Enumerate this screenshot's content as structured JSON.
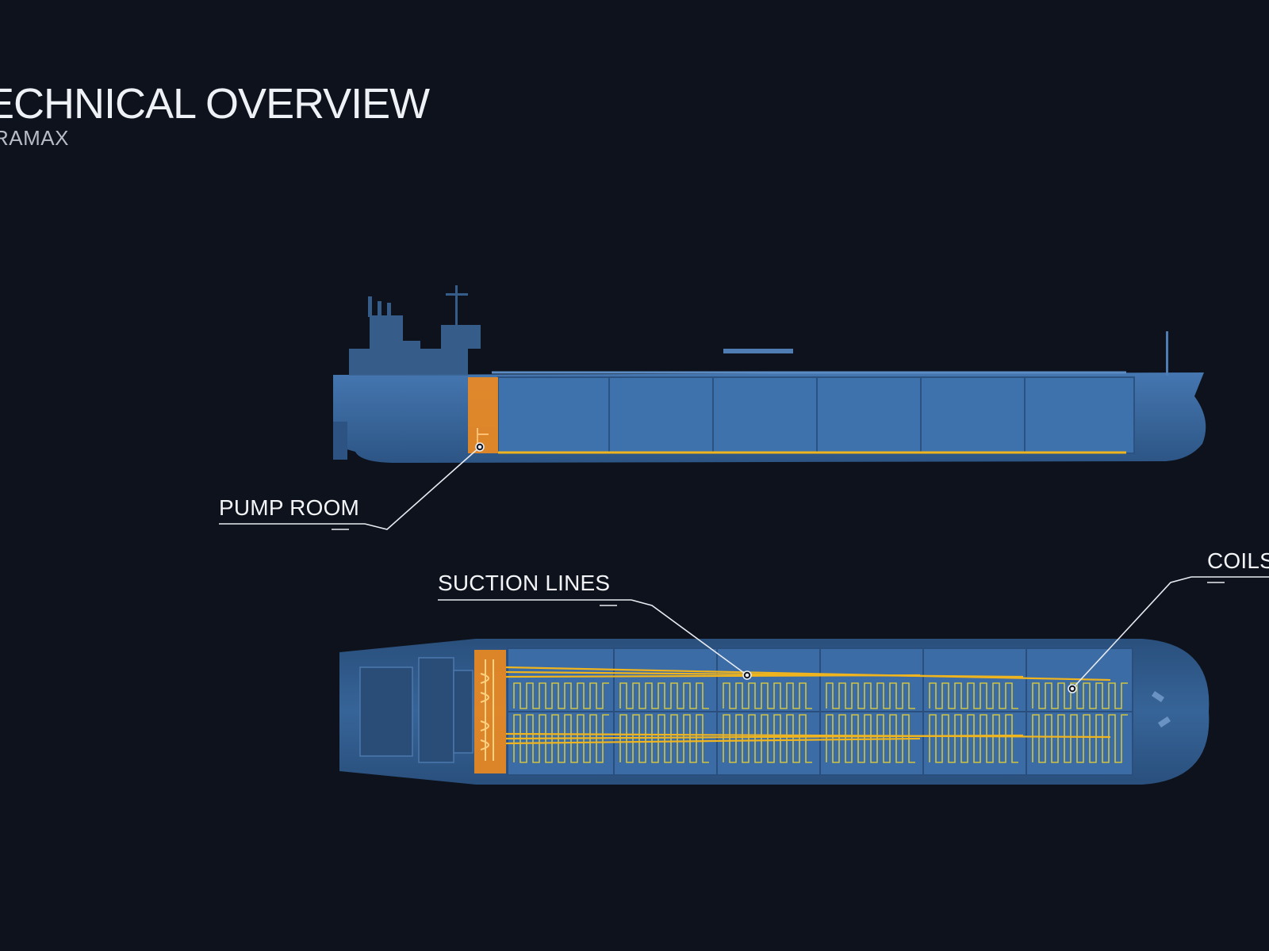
{
  "header": {
    "title": "ECHNICAL OVERVIEW",
    "subtitle": "RAMAX"
  },
  "callouts": {
    "pump_room": "PUMP ROOM",
    "suction_lines": "SUCTION LINES",
    "coils": "COILS"
  },
  "colors": {
    "background": "#0e121c",
    "hull": "#3a6ea8",
    "hull_light": "#4e86c2",
    "highlight": "#f08a1e",
    "coil": "#d8c93a",
    "callout_line": "#e8ecf2"
  }
}
